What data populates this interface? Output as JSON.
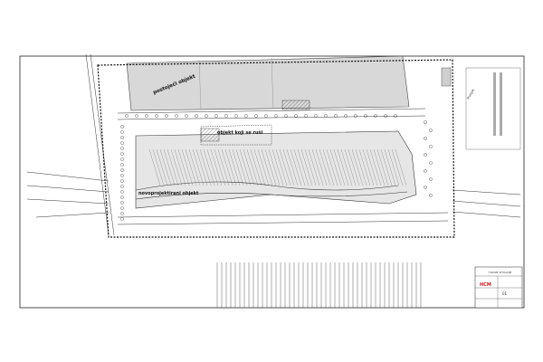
{
  "drawing": {
    "labels": {
      "existing": "postojeći objekt",
      "kept": "objekt koji se ruši",
      "new": "novoprojektirani objekt"
    },
    "side_panel_title": "Presjek",
    "title_block": {
      "company": "HCM",
      "project": "TLOCRT SITUACIJE",
      "sheet": "01"
    }
  }
}
